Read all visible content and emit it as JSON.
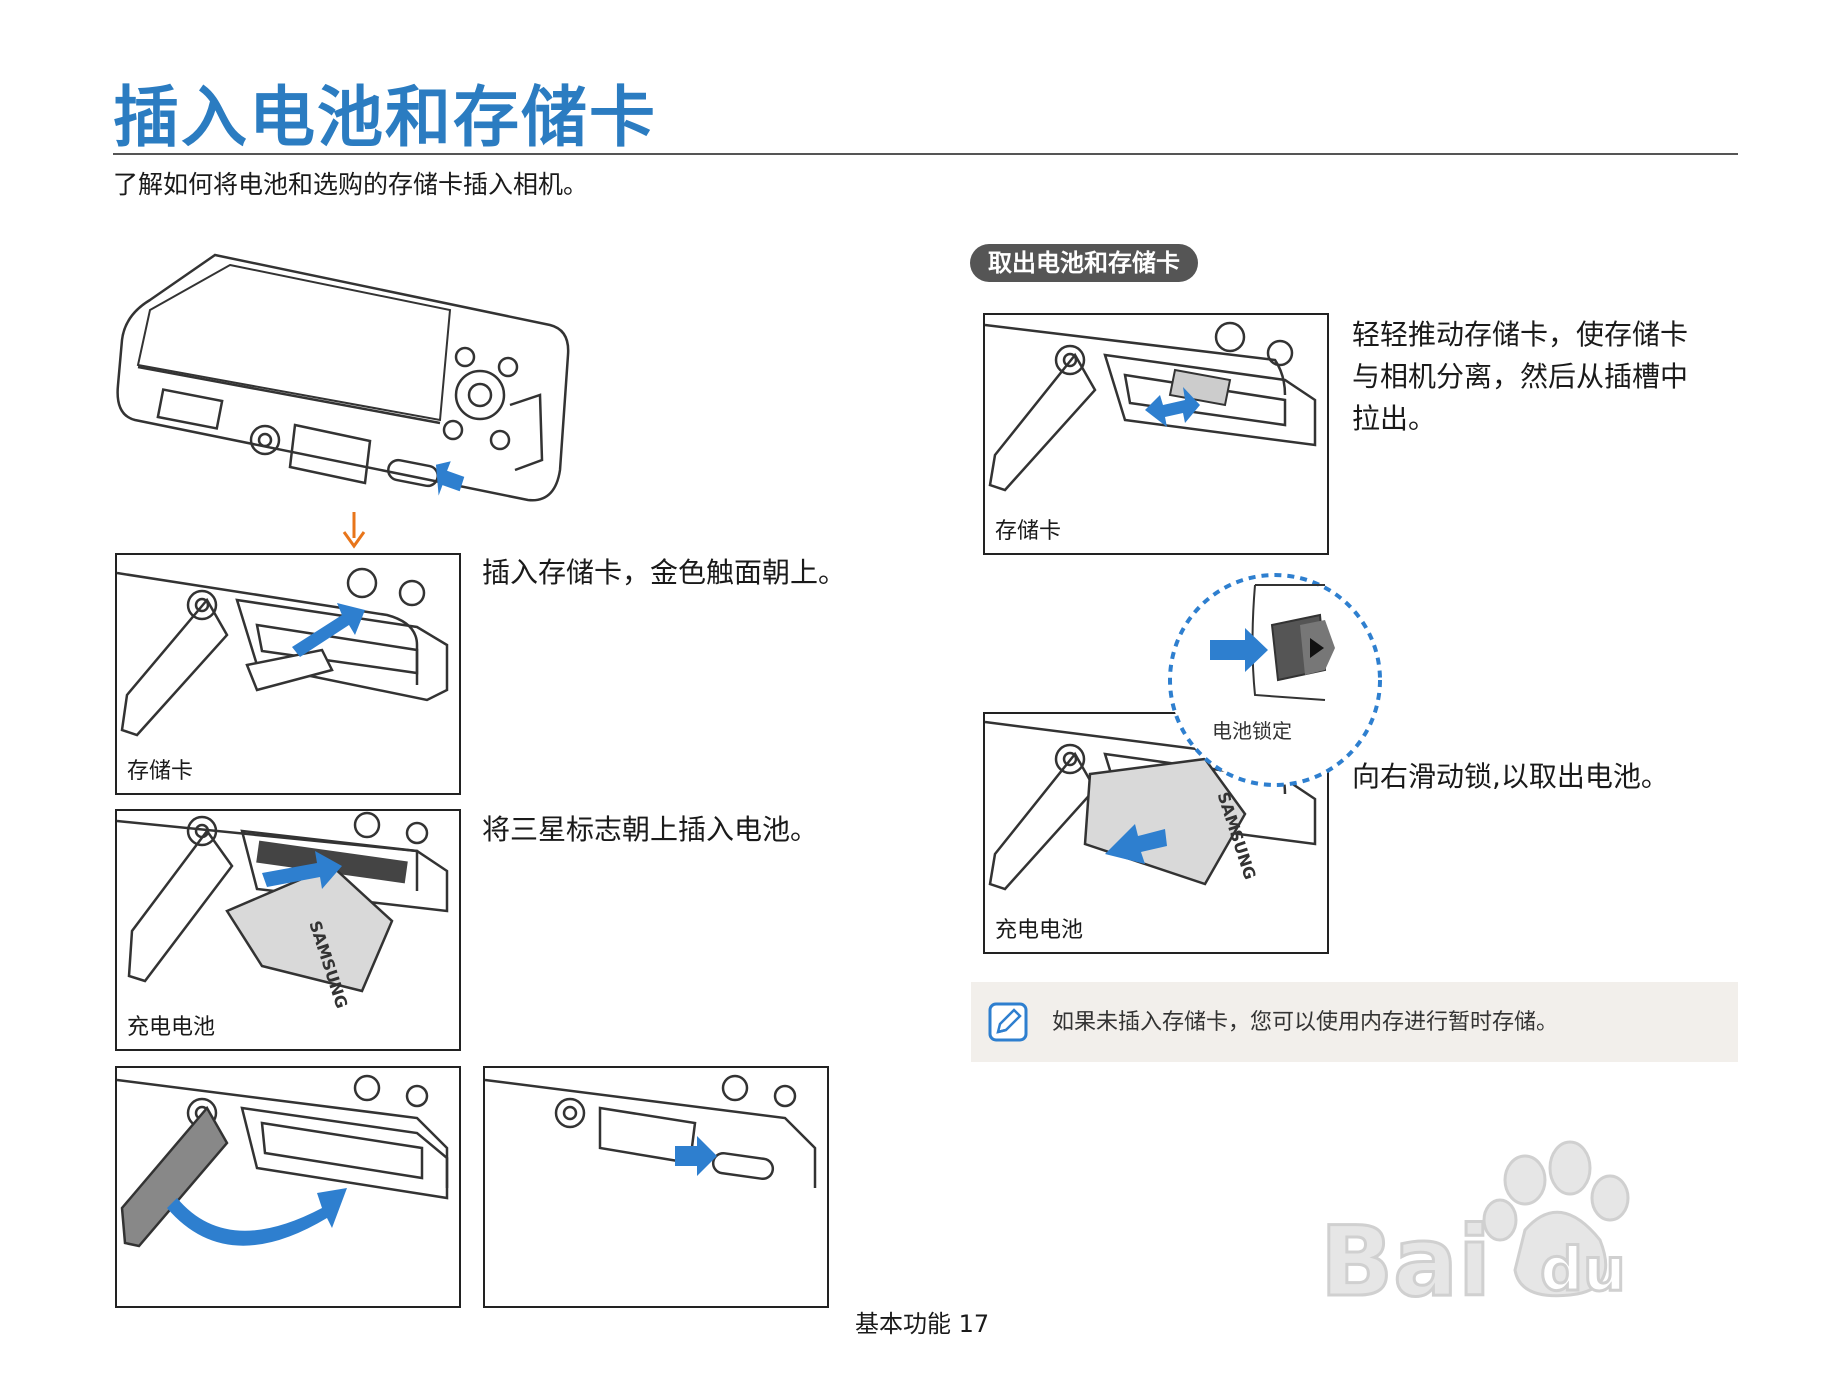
{
  "page": {
    "title": "插入电池和存储卡",
    "subtitle": "了解如何将电池和选购的存储卡插入相机。",
    "footer": "基本功能  17"
  },
  "insert_steps": [
    {
      "caption": "存储卡",
      "text": "插入存储卡，金色触面朝上。"
    },
    {
      "caption": "充电电池",
      "text": "将三星标志朝上插入电池。"
    }
  ],
  "remove_section": {
    "label": "取出电池和存储卡",
    "steps": [
      {
        "caption": "存储卡",
        "text_lines": [
          "轻轻推动存储卡，使存储卡",
          "与相机分离，然后从插槽中",
          "拉出。"
        ]
      },
      {
        "caption": "充电电池",
        "text": "向右滑动锁,以取出电池。"
      }
    ],
    "lock_label": "电池锁定"
  },
  "battery_brand": "SAMSUNG",
  "note": {
    "text": "如果未插入存储卡，您可以使用内存进行暂时存储。",
    "icon": "note-pencil-icon"
  },
  "colors": {
    "title": "#2b7cc1",
    "arrow_blue": "#2e7fcf",
    "arrow_orange": "#e8751a",
    "pill": "#555555",
    "note_bg": "#f2efeb"
  }
}
